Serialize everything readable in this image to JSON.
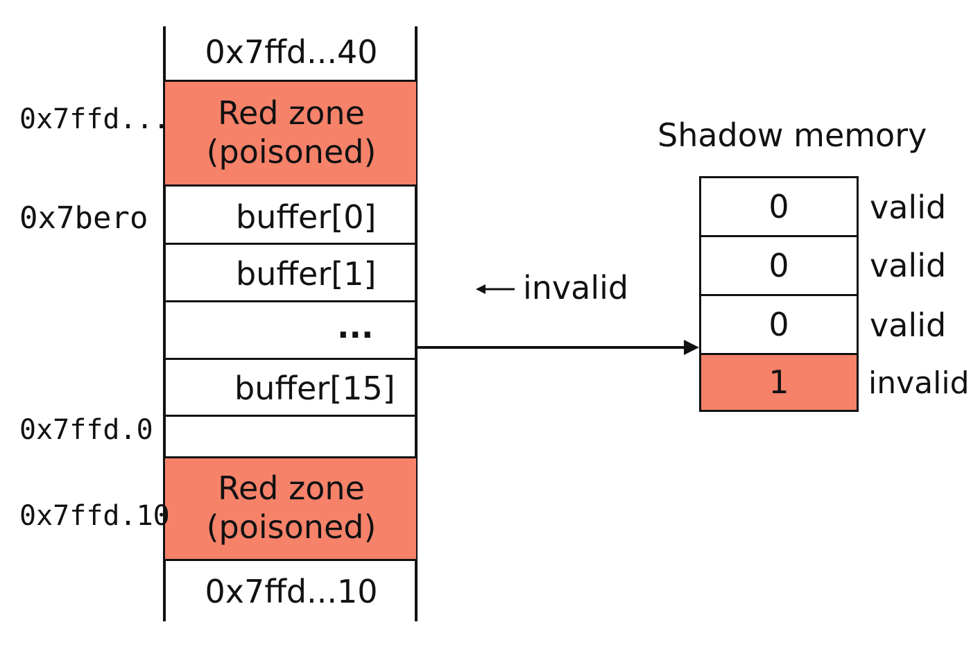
{
  "stack": {
    "top_address": "0x7ffd...40",
    "bottom_address": "0x7ffd...10",
    "red_zone_top": {
      "line1": "Red zone",
      "line2": "(poisoned)"
    },
    "red_zone_bottom": {
      "line1": "Red zone",
      "line2": "(poisoned)"
    },
    "cells": [
      "buffer[0]",
      "buffer[1]",
      "...",
      "buffer[15]"
    ],
    "side_addresses": [
      "0x7ffd...",
      "0x7bero",
      "0x7ffd.0",
      "0x7ffd.10"
    ]
  },
  "arrow_label": "invalid",
  "shadow": {
    "title": "Shadow memory",
    "rows": [
      {
        "value": "0",
        "label": "valid"
      },
      {
        "value": "0",
        "label": "valid"
      },
      {
        "value": "0",
        "label": "valid"
      },
      {
        "value": "1",
        "label": "invalid"
      }
    ]
  },
  "colors": {
    "poisoned": "#f6826a",
    "line": "#111111"
  }
}
